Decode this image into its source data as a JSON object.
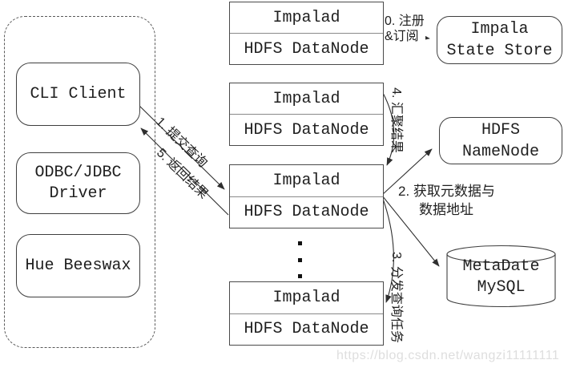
{
  "diagram": {
    "clients": {
      "items": [
        {
          "lines": [
            "CLI Client"
          ]
        },
        {
          "lines": [
            "ODBC/JDBC",
            "Driver"
          ]
        },
        {
          "lines": [
            "Hue Beeswax"
          ]
        }
      ]
    },
    "impalad_pairs": [
      {
        "top": "Impalad",
        "bottom": "HDFS DataNode"
      },
      {
        "top": "Impalad",
        "bottom": "HDFS DataNode"
      },
      {
        "top": "Impalad",
        "bottom": "HDFS DataNode"
      },
      {
        "top": "Impalad",
        "bottom": "HDFS DataNode"
      }
    ],
    "state_store": {
      "lines": [
        "Impala",
        "State Store"
      ]
    },
    "name_node": {
      "lines": [
        "HDFS",
        "NameNode"
      ]
    },
    "metadata_db": {
      "lines": [
        "MetaDate",
        "MySQL"
      ]
    },
    "edge_labels": {
      "register": {
        "lines": [
          "0. 注册",
          "&订阅"
        ]
      },
      "submit": "1. 提交查询",
      "return_result": "5. 返回结果",
      "aggregate": "4. 汇聚结果",
      "fetch_metadata": {
        "lines": [
          "2. 获取元数据与",
          "数据地址"
        ]
      },
      "distribute": "3. 分发查询任务"
    },
    "ellipsis_icon": "vertical-ellipsis",
    "watermark": "https://blog.csdn.net/wangzi11111111",
    "colors": {
      "line": "#2f2f2f",
      "divider": "#8a8a8a",
      "watermark": "#dedede",
      "background": "#ffffff"
    }
  }
}
